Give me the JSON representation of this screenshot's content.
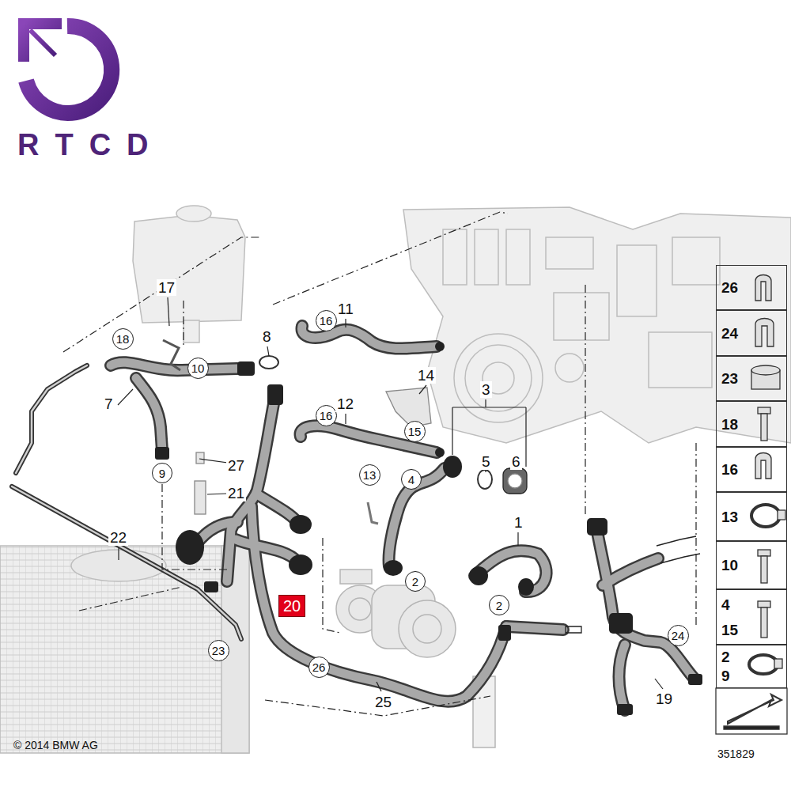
{
  "diagram": {
    "nodes": [
      {
        "text": [
          "18"
        ]
      },
      {
        "text": [
          "10"
        ]
      },
      {
        "text": [
          "16"
        ]
      },
      {
        "text": [
          "26"
        ]
      },
      {
        "text": [
          "24"
        ]
      },
      {
        "text": [
          "16"
        ]
      },
      {
        "text": [
          "15"
        ]
      },
      {
        "text": [
          "23"
        ]
      },
      {
        "text": [
          "18"
        ]
      },
      {
        "text": [
          "9"
        ]
      },
      {
        "text": [
          "13"
        ]
      },
      {
        "text": [
          "4"
        ]
      },
      {
        "text": [
          "16"
        ]
      },
      {
        "text": [
          "13"
        ]
      },
      {
        "text": [
          "10"
        ]
      },
      {
        "text": [
          "2"
        ]
      },
      {
        "text": [
          "4",
          "15"
        ]
      },
      {
        "text": [
          "20"
        ]
      },
      {
        "text": [
          "2"
        ]
      },
      {
        "text": [
          "24"
        ]
      },
      {
        "text": [
          "2",
          "9"
        ]
      },
      {
        "text": [
          "23"
        ]
      },
      {
        "text": [
          "26"
        ]
      }
    ],
    "labels": [
      "RTCD",
      "17",
      "8",
      "11",
      "7",
      "12",
      "14",
      "3",
      "5",
      "6",
      "27",
      "21",
      "1",
      "22",
      "25",
      "19",
      "© 2014 BMW AG",
      "351829"
    ]
  }
}
